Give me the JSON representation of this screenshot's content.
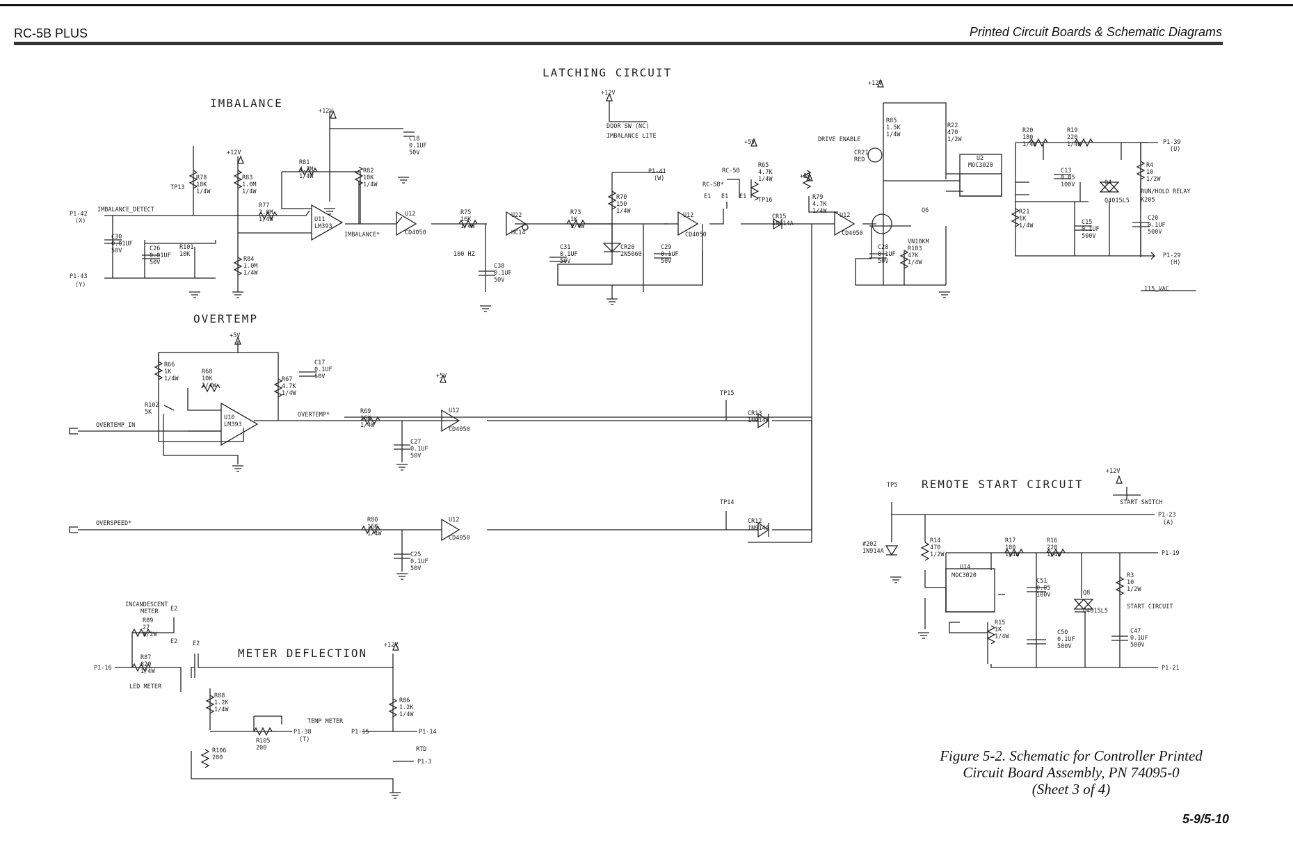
{
  "header": {
    "left": "RC-5B PLUS",
    "right": "Printed Circuit Boards & Schematic Diagrams"
  },
  "sections": {
    "imbalance": "IMBALANCE",
    "latching": "LATCHING CIRCUIT",
    "overtemp": "OVERTEMP",
    "meter": "METER DEFLECTION",
    "remote": "REMOTE START CIRCUIT"
  },
  "power": {
    "p12v": "+12V",
    "p5v": "+5V"
  },
  "signals": {
    "imbalance_detect": "IMBALANCE_DETECT",
    "imbalance_star": "IMBALANCE*",
    "overtemp_in": "OVERTEMP_IN",
    "overtemp_star": "OVERTEMP*",
    "overspeed_star": "OVERSPEED*",
    "door_sw": "DOOR SW (NC)",
    "imbalance_lite": "IMBALANCE LITE",
    "drive_enable": "DRIVE ENABLE",
    "run_hold_relay": "RUN/HOLD RELAY",
    "k205": "K205",
    "vac115": "115_VAC",
    "start_switch": "START SWITCH",
    "start_circuit": "START CIRCUIT",
    "hz100": "100 HZ",
    "incandescent": "INCANDESCENT",
    "meter": "METER",
    "led_meter": "LED METER",
    "temp_meter": "TEMP METER",
    "rtd": "RTD"
  },
  "connectors": {
    "p1_42": "P1-42",
    "p1_42_sub": "(X)",
    "p1_43": "P1-43",
    "p1_43_sub": "(Y)",
    "p1_41": "P1-41",
    "p1_41_sub": "(W)",
    "p1_39": "P1-39",
    "p1_39_sub": "(U)",
    "p1_29": "P1-29",
    "p1_29_sub": "(H)",
    "p1_23": "P1-23",
    "p1_23_sub": "(A)",
    "p1_19": "P1-19",
    "p1_21": "P1-21",
    "p1_16": "P1-16",
    "p1_38": "P1-38",
    "p1_38_sub": "(T)",
    "p1_15": "P1-15",
    "p1_14": "P1-14",
    "p1_3": "P1-3"
  },
  "chips": {
    "u11": "U11",
    "u11_type": "LM393",
    "u10": "U10",
    "u10_type": "LM393",
    "u12": "U12",
    "cd4050": "CD4050",
    "u22": "U22",
    "hc14": "HC14",
    "u2": "U2",
    "u14": "U14",
    "moc3020": "MOC3020",
    "q4": "Q4",
    "q4_type": "Q4015L5",
    "q6": "Q6",
    "q6_type": "VN10KM",
    "q8": "Q8",
    "rc5b": "RC-5B",
    "rc5b_star": "RC-5B*",
    "e1": "E1",
    "e2": "E2",
    "tp13": "TP13",
    "tp15": "TP15",
    "tp14": "TP14",
    "tp16": "TP16",
    "tp5": "TP5"
  },
  "parts": {
    "r78": [
      "R78",
      "10K",
      "1/4W"
    ],
    "r83": [
      "R83",
      "1.0M",
      "1/4W"
    ],
    "r81": [
      "R81",
      "4.7M",
      "1/4W"
    ],
    "r82": [
      "R82",
      "10K",
      "1/4W"
    ],
    "r77": [
      "R77",
      "2.0M",
      "1/4W"
    ],
    "r84": [
      "R84",
      "1.0M",
      "1/4W"
    ],
    "r101": [
      "R101",
      "10K"
    ],
    "c30": [
      "C30",
      "0.01UF",
      "50V"
    ],
    "c26": [
      "C26",
      "0.01UF",
      "50V"
    ],
    "c18": [
      "C18",
      "0.1UF",
      "50V"
    ],
    "r75": [
      "R75",
      "16K",
      "1/4W"
    ],
    "r73": [
      "R73",
      "1K",
      "1/4W"
    ],
    "c38": [
      "C38",
      "0.1UF",
      "50V"
    ],
    "c31": [
      "C31",
      "0.1UF",
      "50V"
    ],
    "r70": [
      "R70",
      "150",
      "1/4W"
    ],
    "cr20": [
      "CR20",
      "2N5060"
    ],
    "c29": [
      "C29",
      "0.1UF",
      "50V"
    ],
    "r65": [
      "R65",
      "4.7K",
      "1/4W"
    ],
    "r79": [
      "R79",
      "4.7K",
      "1/4W"
    ],
    "cr15": [
      "CR15",
      "1N914A"
    ],
    "r85": [
      "R85",
      "1.5K",
      "1/4W"
    ],
    "cr21": [
      "CR21",
      "RED"
    ],
    "r22": [
      "R22",
      "470",
      "1/2W"
    ],
    "c28": [
      "C28",
      "0.1UF",
      "50V"
    ],
    "r103": [
      "R103",
      "47K",
      "1/4W"
    ],
    "r20": [
      "R20",
      "180",
      "1/4W"
    ],
    "r19": [
      "R19",
      "220",
      "1/4W"
    ],
    "c13": [
      "C13",
      "0.05",
      "100V"
    ],
    "r21": [
      "R21",
      "1K",
      "1/4W"
    ],
    "c15": [
      "C15",
      "0.1UF",
      "500V"
    ],
    "r4": [
      "R4",
      "10",
      "1/2W"
    ],
    "c20": [
      "C20",
      "0.1UF",
      "500V"
    ],
    "r66": [
      "R66",
      "1K",
      "1/4W"
    ],
    "r68": [
      "R68",
      "10K",
      "1/4W"
    ],
    "r102": [
      "R102",
      "5K"
    ],
    "c17": [
      "C17",
      "0.1UF",
      "50V"
    ],
    "r67": [
      "R67",
      "4.7K",
      "1/4W"
    ],
    "r69": [
      "R69",
      "16K",
      "1/4W"
    ],
    "c27": [
      "C27",
      "0.1UF",
      "50V"
    ],
    "cr13": [
      "CR13",
      "1N914A"
    ],
    "r80": [
      "R80",
      "16K",
      "1/4W"
    ],
    "c25": [
      "C25",
      "0.1UF",
      "50V"
    ],
    "cr12": [
      "CR12",
      "1N914A"
    ],
    "r14": [
      "R14",
      "470",
      "1/2W"
    ],
    "cr202": [
      "#202",
      "IN914A"
    ],
    "r17": [
      "R17",
      "180",
      "1/4W"
    ],
    "r16": [
      "R16",
      "220",
      "1/4W"
    ],
    "c51": [
      "C51",
      "0.05",
      "100V"
    ],
    "r3": [
      "R3",
      "10",
      "1/2W"
    ],
    "r15": [
      "R15",
      "1K",
      "1/4W"
    ],
    "c50": [
      "C50",
      "0.1UF",
      "500V"
    ],
    "c47": [
      "C47",
      "0.1UF",
      "500V"
    ],
    "r89": [
      "R89",
      "27",
      "1/2W"
    ],
    "r87": [
      "R87",
      "820",
      "1/4W"
    ],
    "r88": [
      "R88",
      "1.2K",
      "1/4W"
    ],
    "r86": [
      "R86",
      "1.2K",
      "1/4W"
    ],
    "r105": [
      "R105",
      "200"
    ],
    "r106": [
      "R106",
      "200"
    ]
  },
  "caption": {
    "line1": "Figure 5-2.  Schematic for Controller Printed",
    "line2": "Circuit Board Assembly, PN 74095-0",
    "line3": "(Sheet 3 of 4)"
  },
  "page_number": "5-9/5-10"
}
